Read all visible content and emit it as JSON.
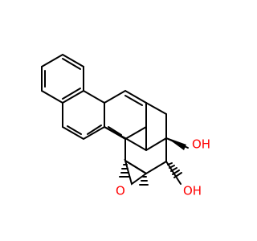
{
  "molecule": {
    "atoms": {
      "hydroxyl_top": "OH",
      "hydroxyl_bottom": "OH",
      "epoxide_oxygen": "O"
    },
    "colors": {
      "bond": "#000000",
      "oxygen": "#ff0000"
    }
  }
}
